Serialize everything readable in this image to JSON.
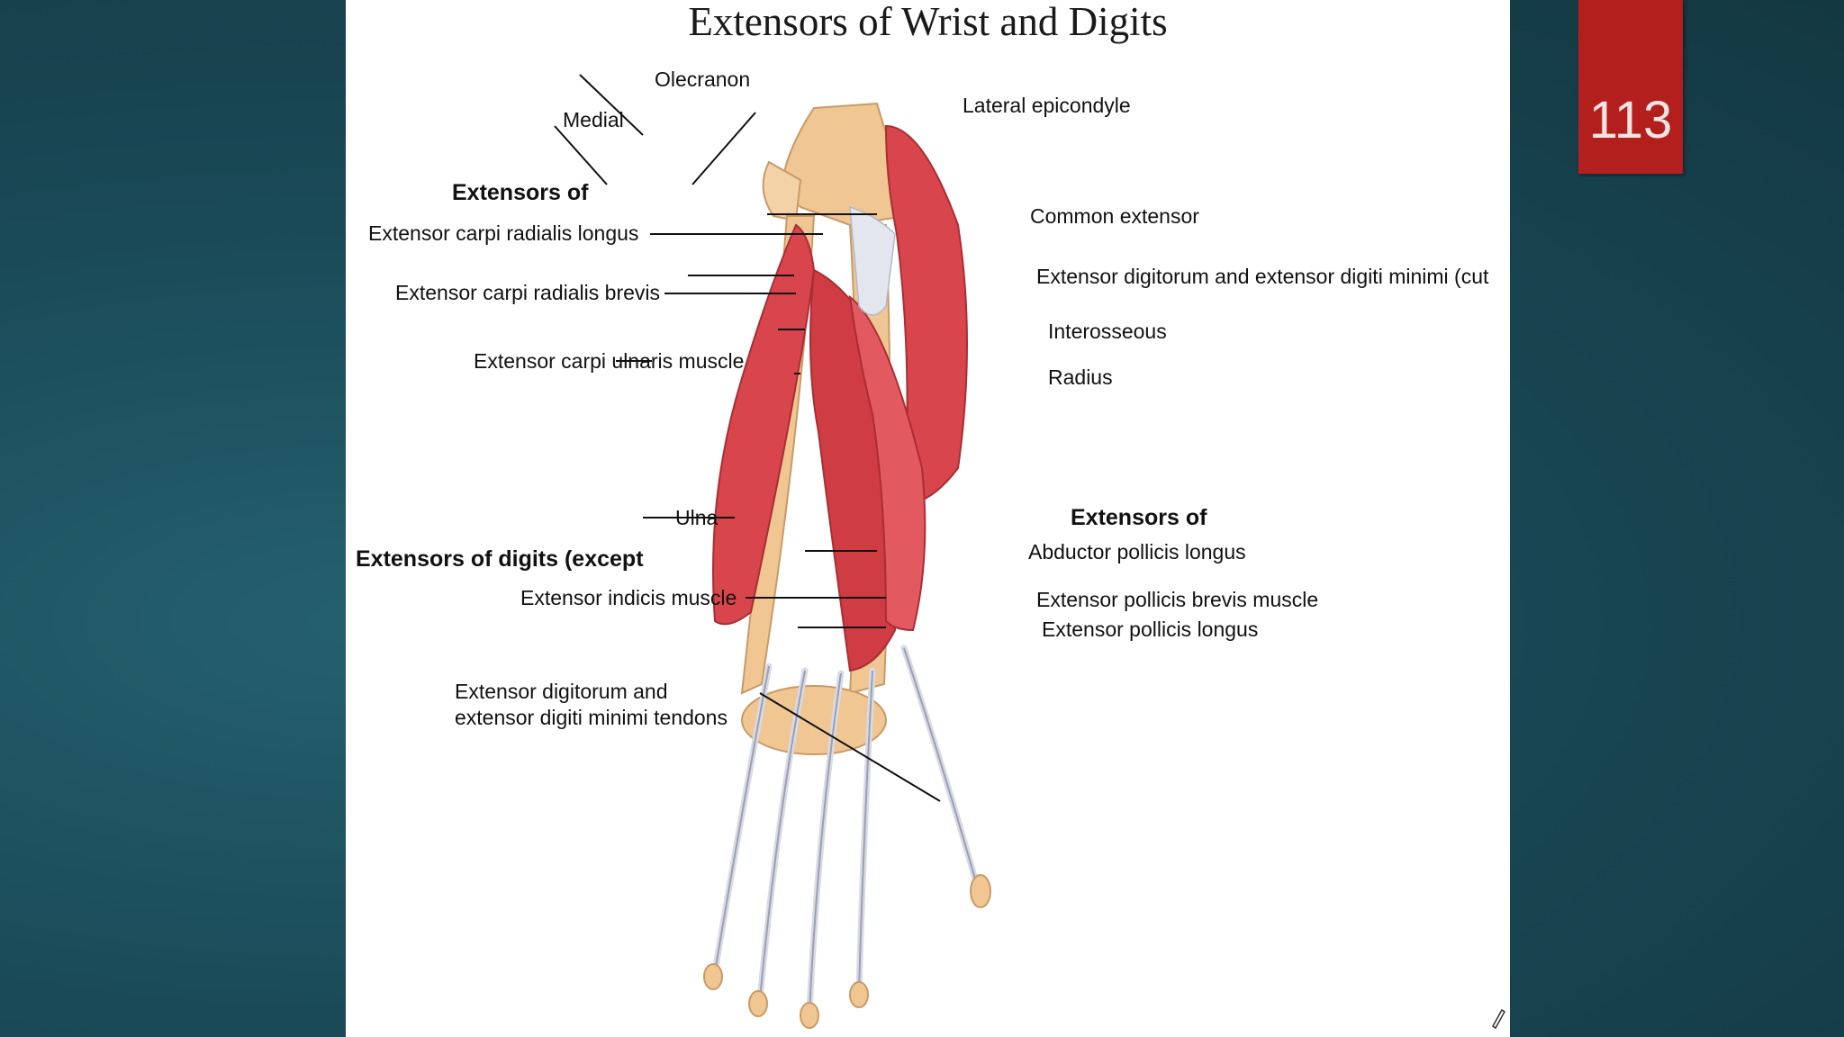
{
  "slide": {
    "title": "Extensors of Wrist and Digits",
    "slide_number": "113",
    "colors": {
      "background": "#1a4a58",
      "badge": "#b21f1c",
      "muscle": "#d9454c",
      "bone": "#f0c693",
      "tendon": "#d7dbe6"
    }
  },
  "diagram": {
    "labels": {
      "olecranon": "Olecranon",
      "medial": "Medial",
      "lateral_epicondyle": "Lateral epicondyle",
      "extensors_of_left": "Extensors of",
      "ecr_longus": "Extensor carpi radialis longus",
      "common_extensor": "Common extensor",
      "ecr_brevis": "Extensor carpi radialis brevis",
      "ext_digitorum_cut": "Extensor digitorum and extensor digiti minimi (cut",
      "interosseous": "Interosseous",
      "ecu": "Extensor carpi ulnaris muscle",
      "radius": "Radius",
      "ulna": "Ulna",
      "extensors_of_right": "Extensors of",
      "extensors_of_digits": "Extensors of digits (except",
      "abductor_pollicis_longus": "Abductor pollicis longus",
      "extensor_indicis": "Extensor indicis muscle",
      "epb": "Extensor pollicis brevis muscle",
      "epl": "Extensor pollicis longus",
      "ed_tendons_1": "Extensor digitorum and",
      "ed_tendons_2": "extensor digiti minimi tendons"
    }
  }
}
